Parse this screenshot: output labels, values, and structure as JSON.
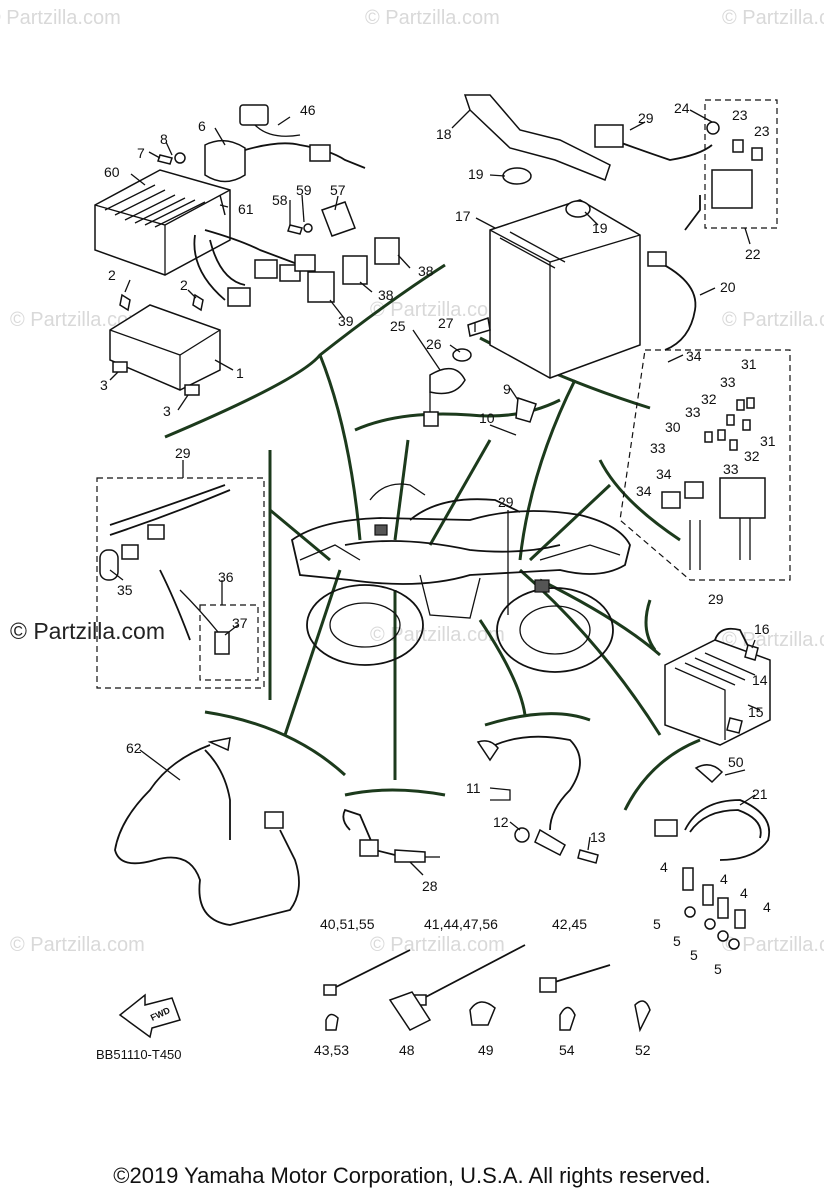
{
  "watermarks": {
    "text": "© Partzilla.com",
    "inline_text": "© Partzilla.com"
  },
  "callouts": {
    "c1": "1",
    "c2a": "2",
    "c2b": "2",
    "c3a": "3",
    "c3b": "3",
    "c4a": "4",
    "c4b": "4",
    "c4c": "4",
    "c4d": "4",
    "c5a": "5",
    "c5b": "5",
    "c5c": "5",
    "c5d": "5",
    "c6": "6",
    "c7": "7",
    "c8": "8",
    "c9": "9",
    "c10": "10",
    "c11": "11",
    "c12": "12",
    "c13": "13",
    "c14": "14",
    "c15": "15",
    "c16": "16",
    "c17": "17",
    "c18": "18",
    "c19a": "19",
    "c19b": "19",
    "c20": "20",
    "c21": "21",
    "c22": "22",
    "c23a": "23",
    "c23b": "23",
    "c24": "24",
    "c25": "25",
    "c26": "26",
    "c27": "27",
    "c28": "28",
    "c29a": "29",
    "c29b": "29",
    "c29c": "29",
    "c29d": "29",
    "c30": "30",
    "c31a": "31",
    "c31b": "31",
    "c32a": "32",
    "c32b": "32",
    "c33a": "33",
    "c33b": "33",
    "c33c": "33",
    "c33d": "33",
    "c34a": "34",
    "c34b": "34",
    "c34c": "34",
    "c35": "35",
    "c36": "36",
    "c37": "37",
    "c38a": "38",
    "c38b": "38",
    "c39": "39",
    "c46": "46",
    "c50": "50",
    "c57": "57",
    "c58": "58",
    "c59": "59",
    "c60": "60",
    "c61": "61",
    "c62": "62",
    "g40": "40,51,55",
    "g41": "41,44,47,56",
    "g42": "42,45",
    "g43": "43,53",
    "c48": "48",
    "c49": "49",
    "c54": "54",
    "c52": "52"
  },
  "fwd_label": "FWD",
  "diagram_code": "BB51110-T450",
  "copyright": "©2019  Yamaha Motor Corporation, U.S.A. All rights reserved."
}
